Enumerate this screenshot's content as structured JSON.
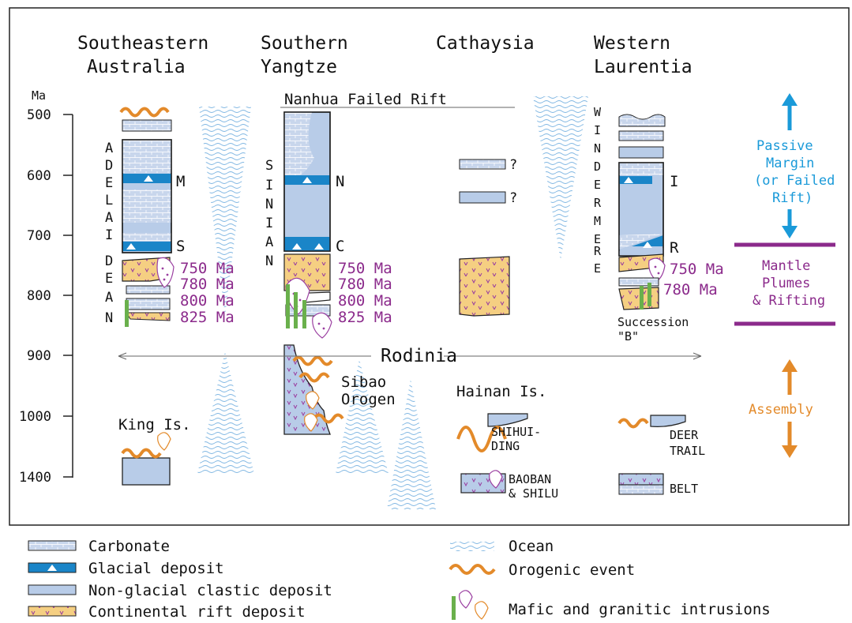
{
  "regions": {
    "se_australia": [
      "Southeastern",
      "Australia"
    ],
    "s_yangtze": [
      "Southern",
      "Yangtze"
    ],
    "cathaysia": "Cathaysia",
    "w_laurentia": [
      "Western",
      "Laurentia"
    ]
  },
  "axis": {
    "unit": "Ma",
    "ticks": [
      "500",
      "600",
      "700",
      "800",
      "900",
      "1000",
      "1400"
    ]
  },
  "nanhua_rift": "Nanhua Failed Rift",
  "adelaidean_letters": [
    "A",
    "D",
    "E",
    "L",
    "A",
    "I",
    "D",
    "E",
    "A",
    "N"
  ],
  "sinian_letters": [
    "S",
    "I",
    "N",
    "I",
    "A",
    "N"
  ],
  "windermere_letters": [
    "W",
    "I",
    "N",
    "D",
    "E",
    "R",
    "M",
    "E",
    "R",
    "E"
  ],
  "marker_letters": {
    "m": "M",
    "s": "S",
    "n": "N",
    "c": "C",
    "i": "I",
    "r": "R"
  },
  "au_ages": [
    "750 Ma",
    "780 Ma",
    "800 Ma",
    "825 Ma"
  ],
  "yz_ages": [
    "750 Ma",
    "780 Ma",
    "800 Ma",
    "825 Ma"
  ],
  "la_ages": [
    "750 Ma",
    "780 Ma"
  ],
  "question_marks": [
    "?",
    "?"
  ],
  "succession": [
    "Succession",
    "\"B\""
  ],
  "rodinia": "Rodinia",
  "sibao": [
    "Sibao",
    "Orogen"
  ],
  "king_island": "King Is.",
  "hainan": "Hainan Is.",
  "shihuiding": [
    "SHIHUI-",
    "DING"
  ],
  "baoban": [
    "BAOBAN",
    "& SHILU"
  ],
  "deer_trail": [
    "DEER",
    "TRAIL"
  ],
  "belt": "BELT",
  "right_labels": {
    "passive": [
      "Passive",
      "Margin",
      "(or Failed",
      "Rift)"
    ],
    "plumes": [
      "Mantle",
      "Plumes",
      "& Rifting"
    ],
    "assembly": "Assembly"
  },
  "legend": {
    "carbonate": "Carbonate",
    "glacial": "Glacial deposit",
    "nonglacial": "Non-glacial clastic deposit",
    "rift": "Continental rift deposit",
    "ocean": "Ocean",
    "orogenic": "Orogenic event",
    "intrusions": "Mafic and granitic intrusions"
  },
  "colors": {
    "clastic": "#b8cce8",
    "glacial": "#1a85c8",
    "rift": "#f5cf82",
    "orogen": "#e38a2a",
    "purple": "#8b2a8b",
    "blue_label": "#1a9ad9",
    "intrusion": "#6ab04c"
  },
  "icons": [
    "ocean-wave-icon",
    "orogenic-wave-icon",
    "intrusion-icon",
    "glacial-triangle-icon"
  ]
}
